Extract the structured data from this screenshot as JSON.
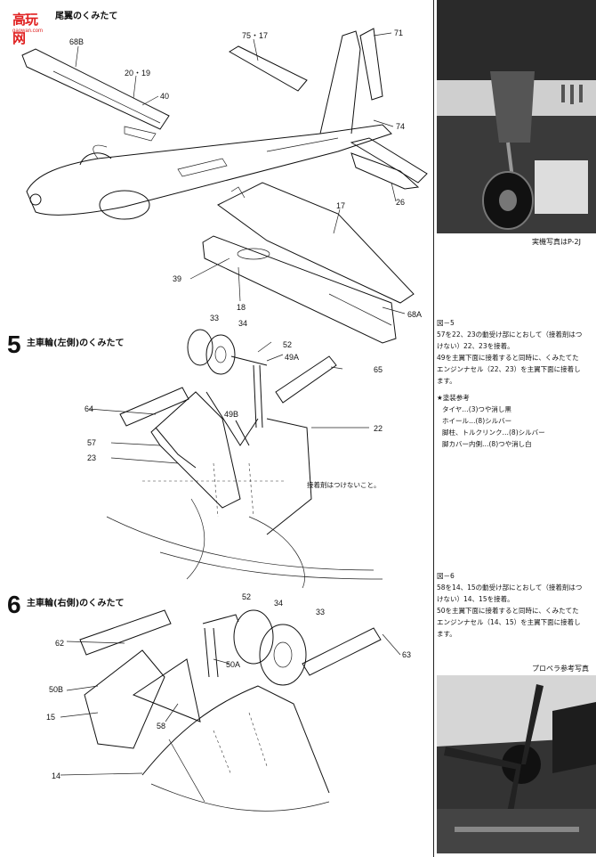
{
  "logo": {
    "text": "高玩网",
    "url": "gaowan.com"
  },
  "section_top": {
    "title": "尾翼のくみたて"
  },
  "parts_top": [
    "68B",
    "20・19",
    "40",
    "75・17",
    "71",
    "74",
    "26",
    "17",
    "39",
    "18",
    "68A"
  ],
  "step5": {
    "number": "5",
    "title": "主車輪(左側)のくみたて",
    "note": "接着剤はつけないこと。"
  },
  "parts_step5": [
    "33",
    "34",
    "52",
    "49A",
    "65",
    "64",
    "49B",
    "22",
    "57",
    "23"
  ],
  "step6": {
    "number": "6",
    "title": "主車輪(右側)のくみたて"
  },
  "parts_step6": [
    "52",
    "34",
    "33",
    "62",
    "50A",
    "63",
    "50B",
    "15",
    "58",
    "14"
  ],
  "photo1": {
    "caption": "実機写真はP-2J"
  },
  "notes5": {
    "heading": "図－5",
    "lines": [
      "57を22、23の動受け部にとおして（接着剤はつ",
      "けない）22、23を接着。",
      "49を主翼下面に接着すると同時に、くみたてた",
      "エンジンナセル（22、23）を主翼下面に接着し",
      "ます。"
    ]
  },
  "paint": {
    "heading": "★塗装参考",
    "lines": [
      "タイヤ…(3)つや消し黒",
      "ホイール…(8)シルバー",
      "脚柱、トルクリンク…(8)シルバー",
      "脚カバー内側…(8)つや消し白"
    ]
  },
  "notes6": {
    "heading": "図－6",
    "lines": [
      "58を14、15の動受け部にとおして（接着剤はつ",
      "けない）14、15を接着。",
      "50を主翼下面に接着すると同時に、くみたてた",
      "エンジンナセル（14、15）を主翼下面に接着し",
      "ます。"
    ]
  },
  "photo2": {
    "caption": "プロペラ参考写真"
  }
}
